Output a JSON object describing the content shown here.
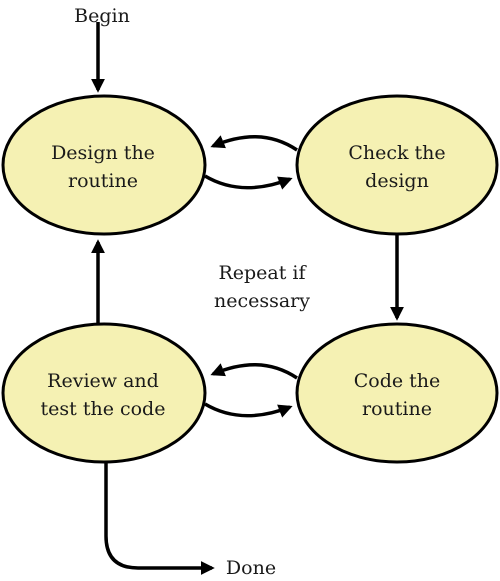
{
  "diagram": {
    "start_label": "Begin",
    "end_label": "Done",
    "center_note": [
      "Repeat if",
      "necessary"
    ],
    "nodes": {
      "design": [
        "Design the",
        "routine"
      ],
      "check": [
        "Check the",
        "design"
      ],
      "code": [
        "Code the",
        "routine"
      ],
      "review": [
        "Review and",
        "test the code"
      ]
    }
  },
  "colors": {
    "node_fill": "#f5f1b3",
    "stroke": "#000000"
  }
}
